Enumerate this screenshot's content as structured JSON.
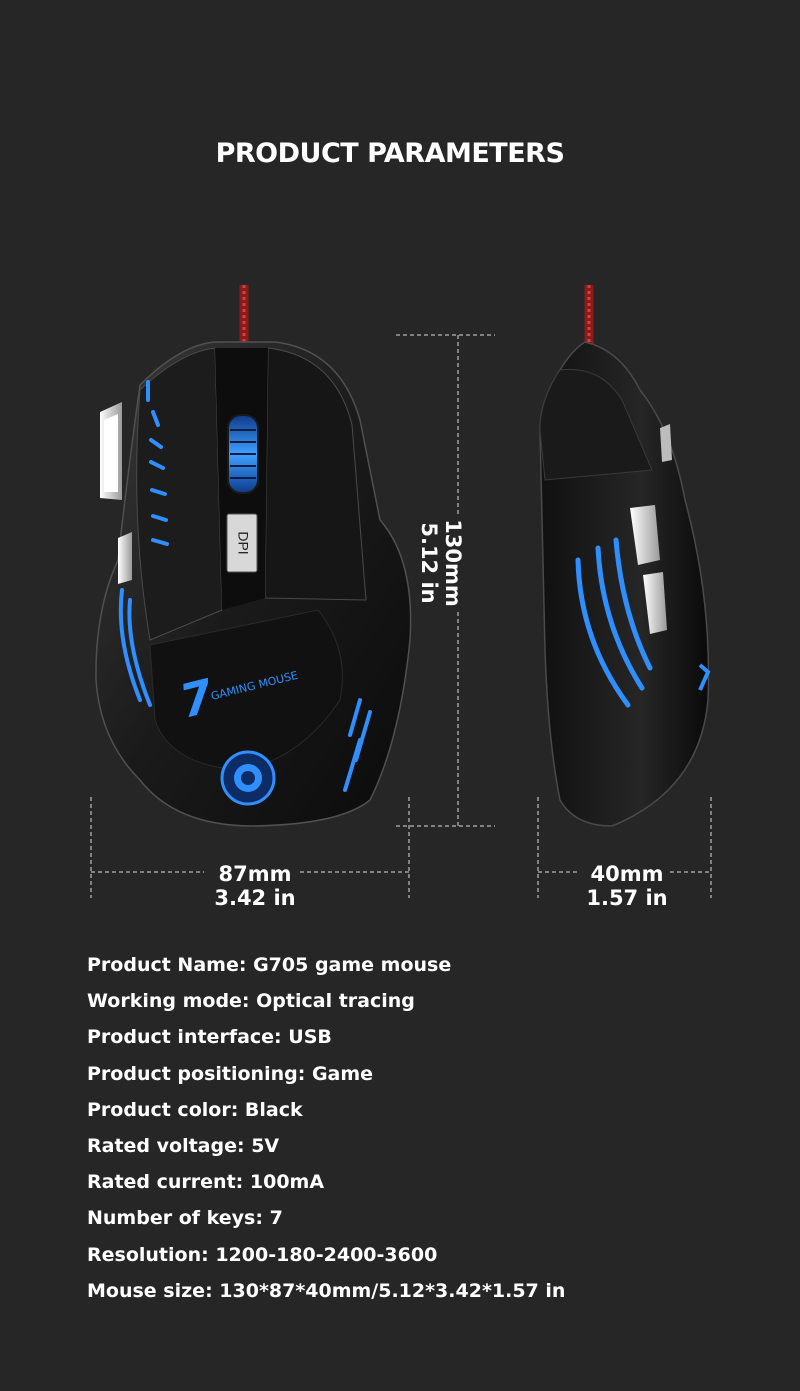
{
  "title": "PRODUCT PARAMETERS",
  "mouse_logo_text": "GAMING MOUSE",
  "mouse_logo_number": "7",
  "dpi_button_text": "DPI",
  "dimensions": {
    "height_mm": "130mm",
    "height_in": "5.12 in",
    "width_mm": "87mm",
    "width_in": "3.42 in",
    "depth_mm": "40mm",
    "depth_in": "1.57 in"
  },
  "specs": [
    {
      "label": "Product Name:",
      "value": "G705 game mouse"
    },
    {
      "label": "Working mode:",
      "value": "Optical tracing"
    },
    {
      "label": "Product interface:",
      "value": "USB"
    },
    {
      "label": "Product positioning:",
      "value": "Game"
    },
    {
      "label": "Product color:",
      "value": "Black"
    },
    {
      "label": "Rated voltage:",
      "value": "5V"
    },
    {
      "label": "Rated current:",
      "value": "100mA"
    },
    {
      "label": "Number of keys:",
      "value": "7"
    },
    {
      "label": "Resolution:",
      "value": "1200-180-2400-3600"
    },
    {
      "label": "Mouse size:",
      "value": "130*87*40mm/5.12*3.42*1.57 in"
    }
  ],
  "colors": {
    "background": "#262626",
    "text": "#ffffff",
    "led_blue": "#2f8fff",
    "cable_red": "#b02020"
  }
}
